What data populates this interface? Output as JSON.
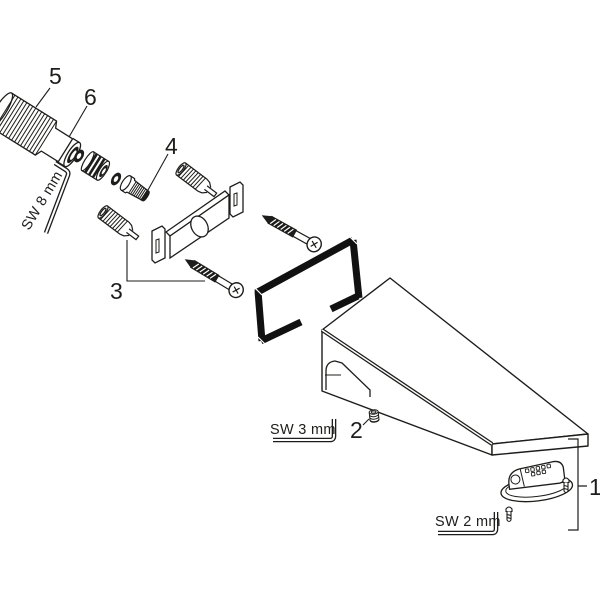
{
  "diagram": {
    "background_color": "#ffffff",
    "line_color": "#1d1d1b",
    "part_numbers": {
      "p1": "1",
      "p2": "2",
      "p3": "3",
      "p4": "4",
      "p5": "5",
      "p6": "6"
    },
    "tool_labels": {
      "sw8": "SW 8 mm",
      "sw3": "SW 3 mm",
      "sw2": "SW 2 mm"
    }
  }
}
